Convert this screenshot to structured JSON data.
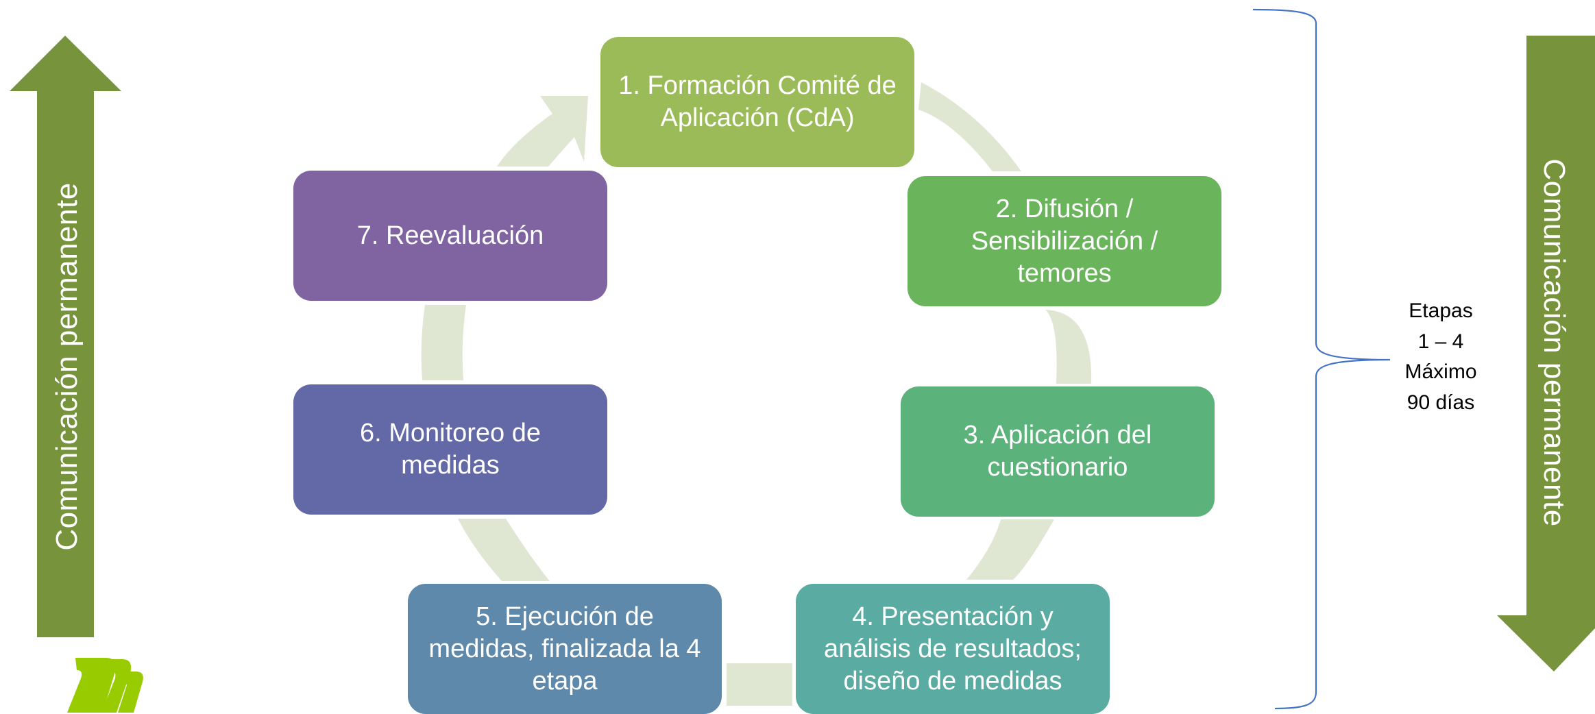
{
  "steps": [
    {
      "label": "1. Formación Comité de\nAplicación (CdA)",
      "color": "#9bbb59"
    },
    {
      "label": "2. Difusión /\nSensibilización /\ntemores",
      "color": "#6ab55b"
    },
    {
      "label": "3. Aplicación del\ncuestionario",
      "color": "#5bb27a"
    },
    {
      "label": "4. Presentación y\nanálisis de resultados;\ndiseño de medidas",
      "color": "#5aaca3"
    },
    {
      "label": "5. Ejecución de\nmedidas, finalizada la  4\netapa",
      "color": "#5f89aa"
    },
    {
      "label": "6. Monitoreo de\nmedidas",
      "color": "#6368a6"
    },
    {
      "label": "7. Reevaluación",
      "color": "#8064a2"
    }
  ],
  "communication": {
    "left_label": "Comunicación permanente",
    "right_label": "Comunicación permanente",
    "arrow_color": "#77933c"
  },
  "brace": {
    "label": "Etapas\n1 – 4\nMáximo\n90 días",
    "color": "#4472c4"
  },
  "cycle_arrow_color": "#dfe7d3",
  "logo": {
    "icon": "brand-logo-icon",
    "color": "#99cc00"
  }
}
